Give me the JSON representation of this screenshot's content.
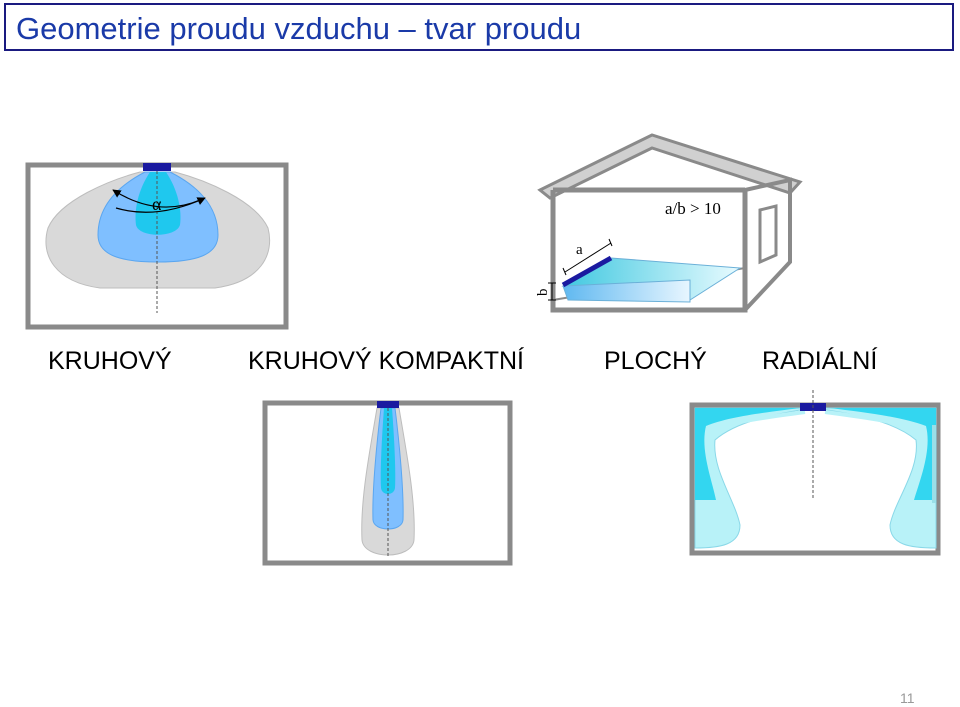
{
  "title": "Geometrie proudu vzduchu – tvar proudu",
  "labels": {
    "round": "KRUHOVÝ",
    "round_compact": "KRUHOVÝ KOMPAKTNÍ",
    "flat": "PLOCHÝ",
    "radial": "RADIÁLNÍ"
  },
  "annotations": {
    "alpha": "α",
    "ratio": "a/b > 10",
    "a": "a",
    "b": "b"
  },
  "page_number": "11",
  "colors": {
    "title_text": "#1a3aa8",
    "frame": "#808080",
    "outlet": "#1a1aa0",
    "zone_outer": "#d9d9d9",
    "zone_mid": "#7fbfff",
    "zone_inner": "#1fc8ee",
    "radial_light": "#b8f2f8",
    "radial_dark": "#33d6f0"
  }
}
